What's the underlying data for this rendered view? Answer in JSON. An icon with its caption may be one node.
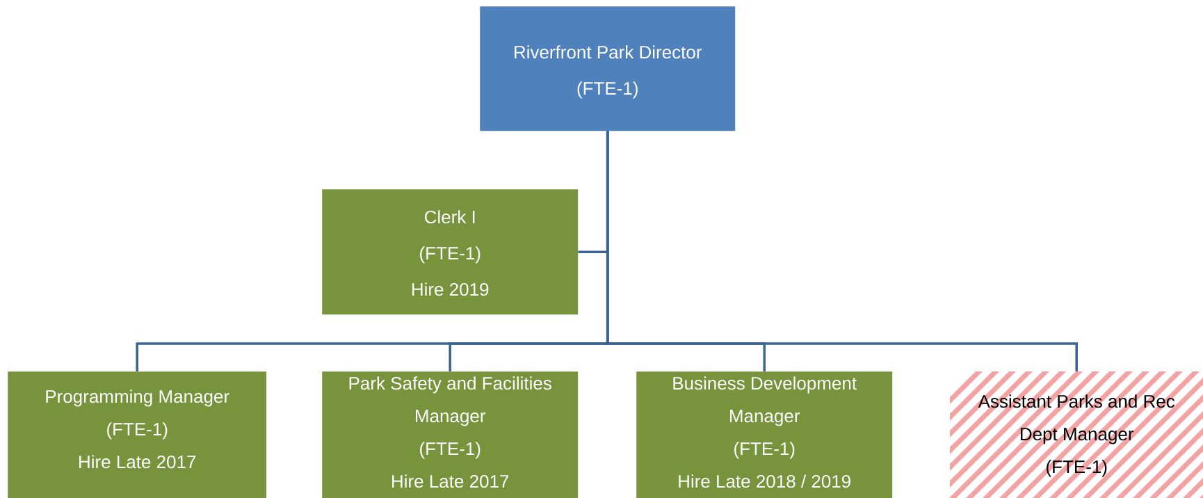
{
  "diagram": {
    "nodes": [
      {
        "text": [
          "Riverfront Park Director",
          "(FTE-1)"
        ]
      },
      {
        "text": [
          "Clerk I",
          "(FTE-1)",
          "Hire 2019"
        ]
      },
      {
        "text": [
          "Programming Manager",
          "(FTE-1)",
          "Hire Late 2017"
        ]
      },
      {
        "text": [
          "Park Safety and Facilities Manager",
          "(FTE-1)",
          "Hire Late 2017"
        ]
      },
      {
        "text": [
          "Business Development Manager",
          "(FTE-1)",
          "Hire Late 2018 / 2019"
        ]
      },
      {
        "text": [
          "Assistant Parks and Rec Dept Manager",
          "(FTE-1)"
        ]
      }
    ],
    "edges": [
      {
        "from": 0,
        "to": 1,
        "arrow": "none"
      },
      {
        "from": 0,
        "to": 2,
        "arrow": "none"
      },
      {
        "from": 0,
        "to": 3,
        "arrow": "none"
      },
      {
        "from": 0,
        "to": 4,
        "arrow": "none"
      },
      {
        "from": 0,
        "to": 5,
        "arrow": "none"
      }
    ]
  }
}
